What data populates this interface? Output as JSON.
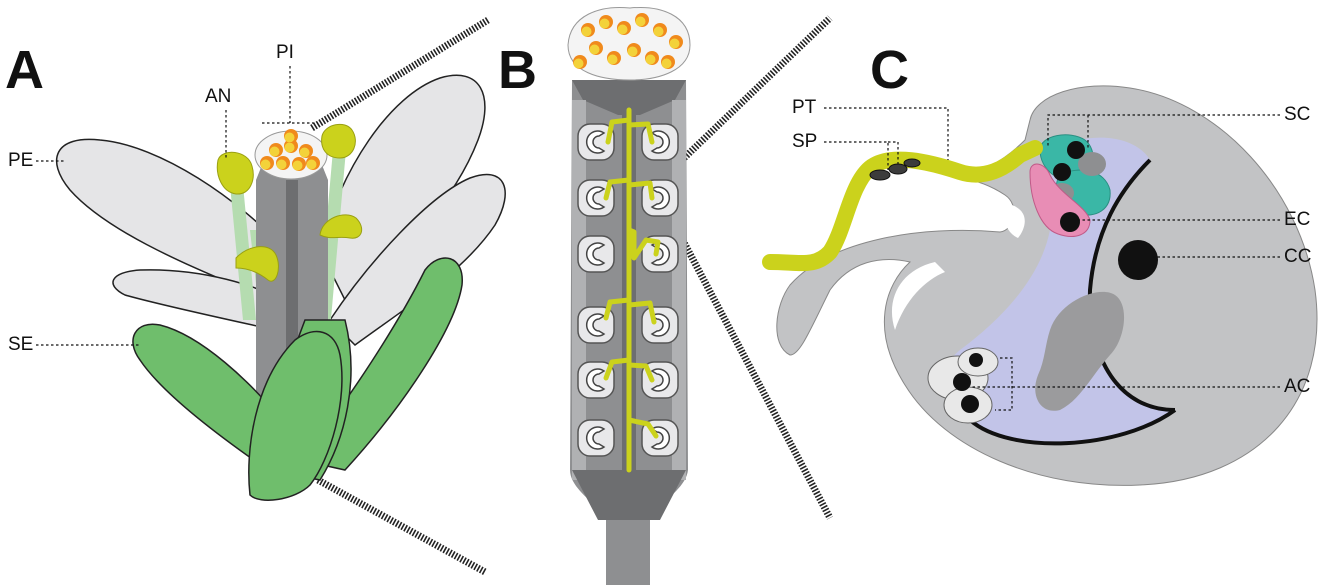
{
  "panels": {
    "a": "A",
    "b": "B",
    "c": "C"
  },
  "labels": {
    "pi": "PI",
    "an": "AN",
    "pe": "PE",
    "se": "SE",
    "pt": "PT",
    "sp": "SP",
    "sc": "SC",
    "ec": "EC",
    "cc": "CC",
    "ac": "AC"
  },
  "colors": {
    "petal": "#e5e5e7",
    "sepal": "#6fbe6c",
    "filament": "#b5dcb0",
    "anther": "#cbd21c",
    "pistil": "#8e8f91",
    "pistil_dark": "#6d6e70",
    "ovule": "#c2c3c5",
    "pollen_tube": "#cbd21c",
    "central_cell": "#c2c4e8",
    "synergid": "#3ab7a6",
    "egg_cell": "#e88db5",
    "antipodal": "#e8e8e8",
    "nucleus": "#111111",
    "pollen": "#f5a623"
  }
}
